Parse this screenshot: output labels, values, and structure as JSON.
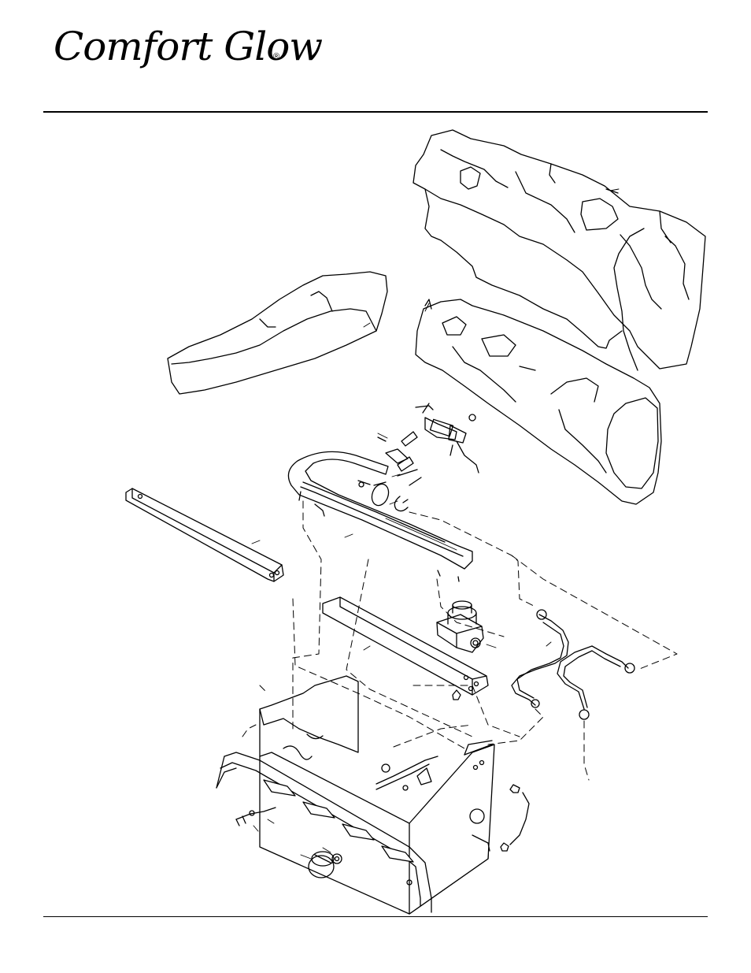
{
  "header": {
    "brand": "Comfort Glow",
    "registered_mark": "®"
  },
  "figure": {
    "icon": "exploded-parts-diagram-icon",
    "parts": [
      "rear-log",
      "front-log",
      "top-log",
      "pilot-assembly",
      "pilot-tube",
      "burner",
      "burner-clip",
      "bracket",
      "support-bar",
      "regulator-valve",
      "gas-line-left",
      "gas-line-right",
      "screws",
      "burner-base",
      "grate",
      "thermocouple",
      "control-knob",
      "piezo-igniter"
    ]
  }
}
